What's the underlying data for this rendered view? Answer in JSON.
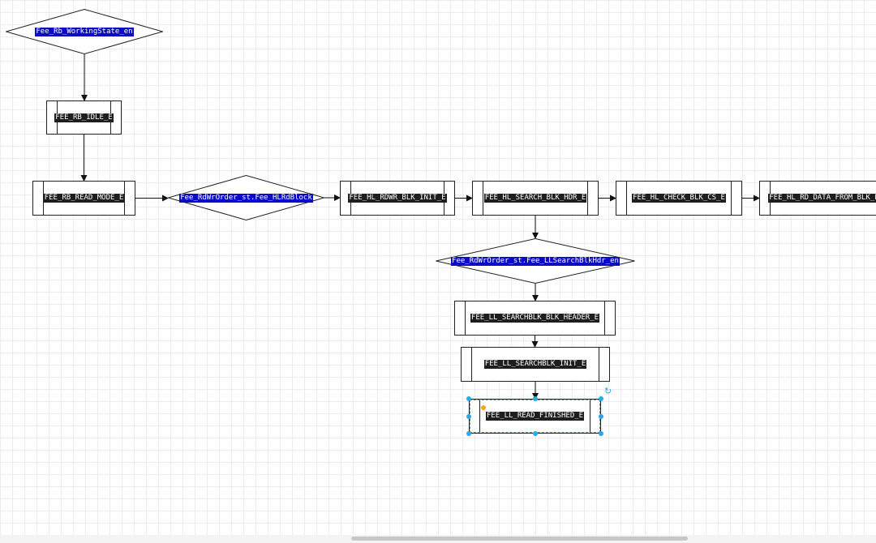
{
  "diagram": {
    "nodes": [
      {
        "id": "n1",
        "kind": "decision",
        "label": "Fee_Rb_WorkingState_en"
      },
      {
        "id": "n2",
        "kind": "process",
        "label": "FEE_RB_IDLE_E"
      },
      {
        "id": "n3",
        "kind": "process",
        "label": "FEE_RB_READ_MODE_E"
      },
      {
        "id": "n4",
        "kind": "decision",
        "label": "Fee_RdWrOrder_st.Fee_HLRdBlock"
      },
      {
        "id": "n5",
        "kind": "process",
        "label": "FEE_HL_RDWR_BLK_INIT_E"
      },
      {
        "id": "n6",
        "kind": "process",
        "label": "FEE_HL_SEARCH_BLK_HDR_E"
      },
      {
        "id": "n7",
        "kind": "process",
        "label": "FEE_HL_CHECK_BLK_CS_E"
      },
      {
        "id": "n8",
        "kind": "process",
        "label": "FEE_HL_RD_DATA_FROM_BLK_E"
      },
      {
        "id": "n9",
        "kind": "decision",
        "label": "Fee_RdWrOrder_st.Fee_LLSearchBlkHdr_en"
      },
      {
        "id": "n10",
        "kind": "process",
        "label": "FEE_LL_SEARCHBLK_BLK_HEADER_E"
      },
      {
        "id": "n11",
        "kind": "process",
        "label": "FEE_LL_SEARCHBLK_INIT_E"
      },
      {
        "id": "n12",
        "kind": "process",
        "label": "FEE_LL_READ_FINISHED_E",
        "selected": true
      }
    ],
    "edges": [
      {
        "from": "n1",
        "to": "n2"
      },
      {
        "from": "n2",
        "to": "n3"
      },
      {
        "from": "n3",
        "to": "n4"
      },
      {
        "from": "n4",
        "to": "n5"
      },
      {
        "from": "n5",
        "to": "n6"
      },
      {
        "from": "n6",
        "to": "n7"
      },
      {
        "from": "n7",
        "to": "n8"
      },
      {
        "from": "n6",
        "to": "n9"
      },
      {
        "from": "n9",
        "to": "n10"
      },
      {
        "from": "n10",
        "to": "n11"
      },
      {
        "from": "n11",
        "to": "n12"
      }
    ]
  },
  "colors": {
    "process_label_bg": "#1e1e1e",
    "decision_label_bg": "#0a0ac8",
    "selection": "#2ba8e8",
    "grid": "#ececec"
  },
  "icons": {
    "rotate": "rotate-handle-icon"
  }
}
